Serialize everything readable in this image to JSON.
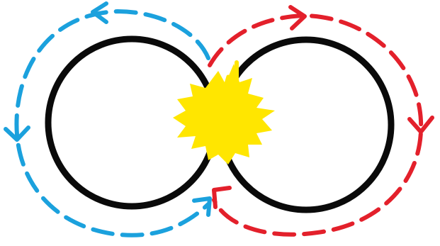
{
  "diagram": {
    "loops": [
      {
        "name": "left",
        "flow_direction": "counter-clockwise"
      },
      {
        "name": "right",
        "flow_direction": "clockwise"
      }
    ],
    "junction": {
      "kind": "burst"
    }
  },
  "colors": {
    "background": "#ffffff",
    "loop_stroke": "#0a0a0a",
    "left_flow": "#1ba1dd",
    "right_flow": "#e3202b",
    "junction": "#ffe600"
  }
}
